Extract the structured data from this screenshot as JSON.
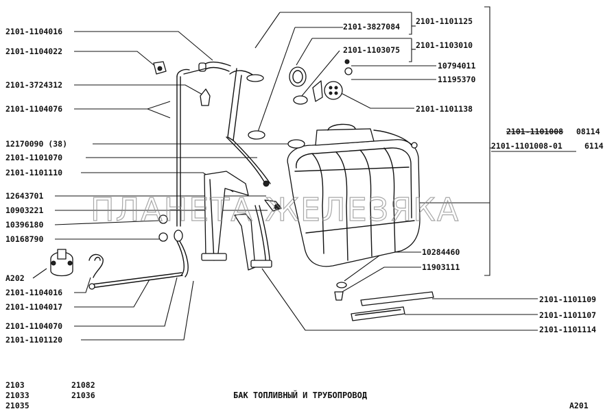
{
  "left_labels": [
    {
      "id": "l1",
      "text": "2101-1104016"
    },
    {
      "id": "l2",
      "text": "2101-1104022"
    },
    {
      "id": "l3",
      "text": "2101-3724312"
    },
    {
      "id": "l4",
      "text": "2101-1104076"
    },
    {
      "id": "l5",
      "text": "12170090 (38)"
    },
    {
      "id": "l6",
      "text": "2101-1101070"
    },
    {
      "id": "l7",
      "text": "2101-1101110"
    },
    {
      "id": "l8",
      "text": "12643701"
    },
    {
      "id": "l9",
      "text": "10903221"
    },
    {
      "id": "l10",
      "text": "10396180"
    },
    {
      "id": "l11",
      "text": "10168790"
    },
    {
      "id": "l12",
      "text": "A202"
    },
    {
      "id": "l13",
      "text": "2101-1104016"
    },
    {
      "id": "l14",
      "text": "2101-1104017"
    },
    {
      "id": "l15",
      "text": "2101-1104070"
    },
    {
      "id": "l16",
      "text": "2101-1101120"
    }
  ],
  "top_labels": [
    {
      "id": "t1",
      "text": "2101-3827084"
    },
    {
      "id": "t2",
      "text": "2101-1101125"
    },
    {
      "id": "t3",
      "text": "2101-1103075"
    },
    {
      "id": "t4",
      "text": "2101-1103010"
    },
    {
      "id": "t5",
      "text": "10794011"
    },
    {
      "id": "t6",
      "text": "11195370"
    },
    {
      "id": "t7",
      "text": "2101-1101138"
    }
  ],
  "right_labels": [
    {
      "id": "r1",
      "text": "2101-1101008"
    },
    {
      "id": "r1b",
      "text": "08114"
    },
    {
      "id": "r2",
      "text": "2101-1101008-01"
    },
    {
      "id": "r2b",
      "text": "6114"
    },
    {
      "id": "r3",
      "text": "10284460"
    },
    {
      "id": "r4",
      "text": "11903111"
    },
    {
      "id": "r5",
      "text": "2101-1101109"
    },
    {
      "id": "r6",
      "text": "2101-1101107"
    },
    {
      "id": "r7",
      "text": "2101-1101114"
    }
  ],
  "footer": {
    "models_col1": [
      "2103",
      "21033",
      "21035"
    ],
    "models_col2": [
      "21082",
      "21036"
    ],
    "title": "БАК ТОПЛИВНЫЙ И ТРУБОПРОВОД",
    "code": "A201"
  },
  "watermark": "ПЛАНЕТА ЖЕЛЕЗЯКА"
}
